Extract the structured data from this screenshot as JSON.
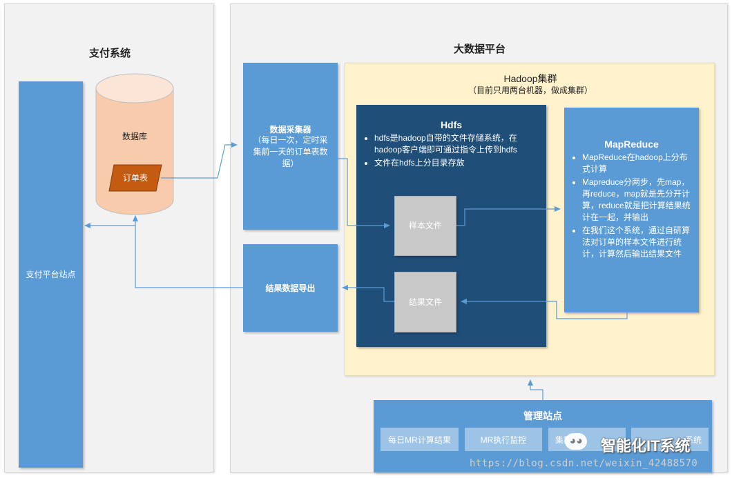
{
  "payment_system": {
    "title": "支付系统",
    "site_label": "支付平台站点",
    "database_label": "数据库",
    "order_table_label": "订单表"
  },
  "bigdata_platform": {
    "title": "大数据平台",
    "collector": {
      "title": "数据采集器",
      "desc": "（每日一次，定时采集前一天的订单表数据）"
    },
    "export": {
      "title": "结果数据导出"
    },
    "hadoop": {
      "title": "Hadoop集群",
      "subtitle": "（目前只用两台机器，做成集群）",
      "hdfs": {
        "title": "Hdfs",
        "bullets": [
          "hdfs是hadoop自带的文件存储系统，在hadoop客户端即可通过指令上传到hdfs",
          "文件在hdfs上分目录存放"
        ],
        "sample_file": "样本文件",
        "result_file": "结果文件"
      },
      "mapreduce": {
        "title": "MapReduce",
        "bullets": [
          "MapReduce在hadoop上分布式计算",
          "Mapreduce分两步，先map，再reduce，map就是先分开计算，reduce就是把计算结果统计在一起，并输出",
          "在我们这个系统，通过自研算法对订单的样本文件进行统计，计算然后输出结果文件"
        ]
      }
    },
    "management": {
      "title": "管理站点",
      "items": [
        "每日MR计算结果",
        "MR执行监控",
        "集群",
        "系统"
      ]
    }
  },
  "watermark": {
    "brand": "智能化IT系统",
    "url": "https://blog.csdn.net/weixin_42488570"
  },
  "colors": {
    "panel_bg": "#f2f2f2",
    "box_blue": "#5b9bd5",
    "hdfs_navy": "#1f4e79",
    "hadoop_bg": "#fff2cc",
    "order_table": "#c55a11",
    "arrow": "#5b9bd5"
  }
}
